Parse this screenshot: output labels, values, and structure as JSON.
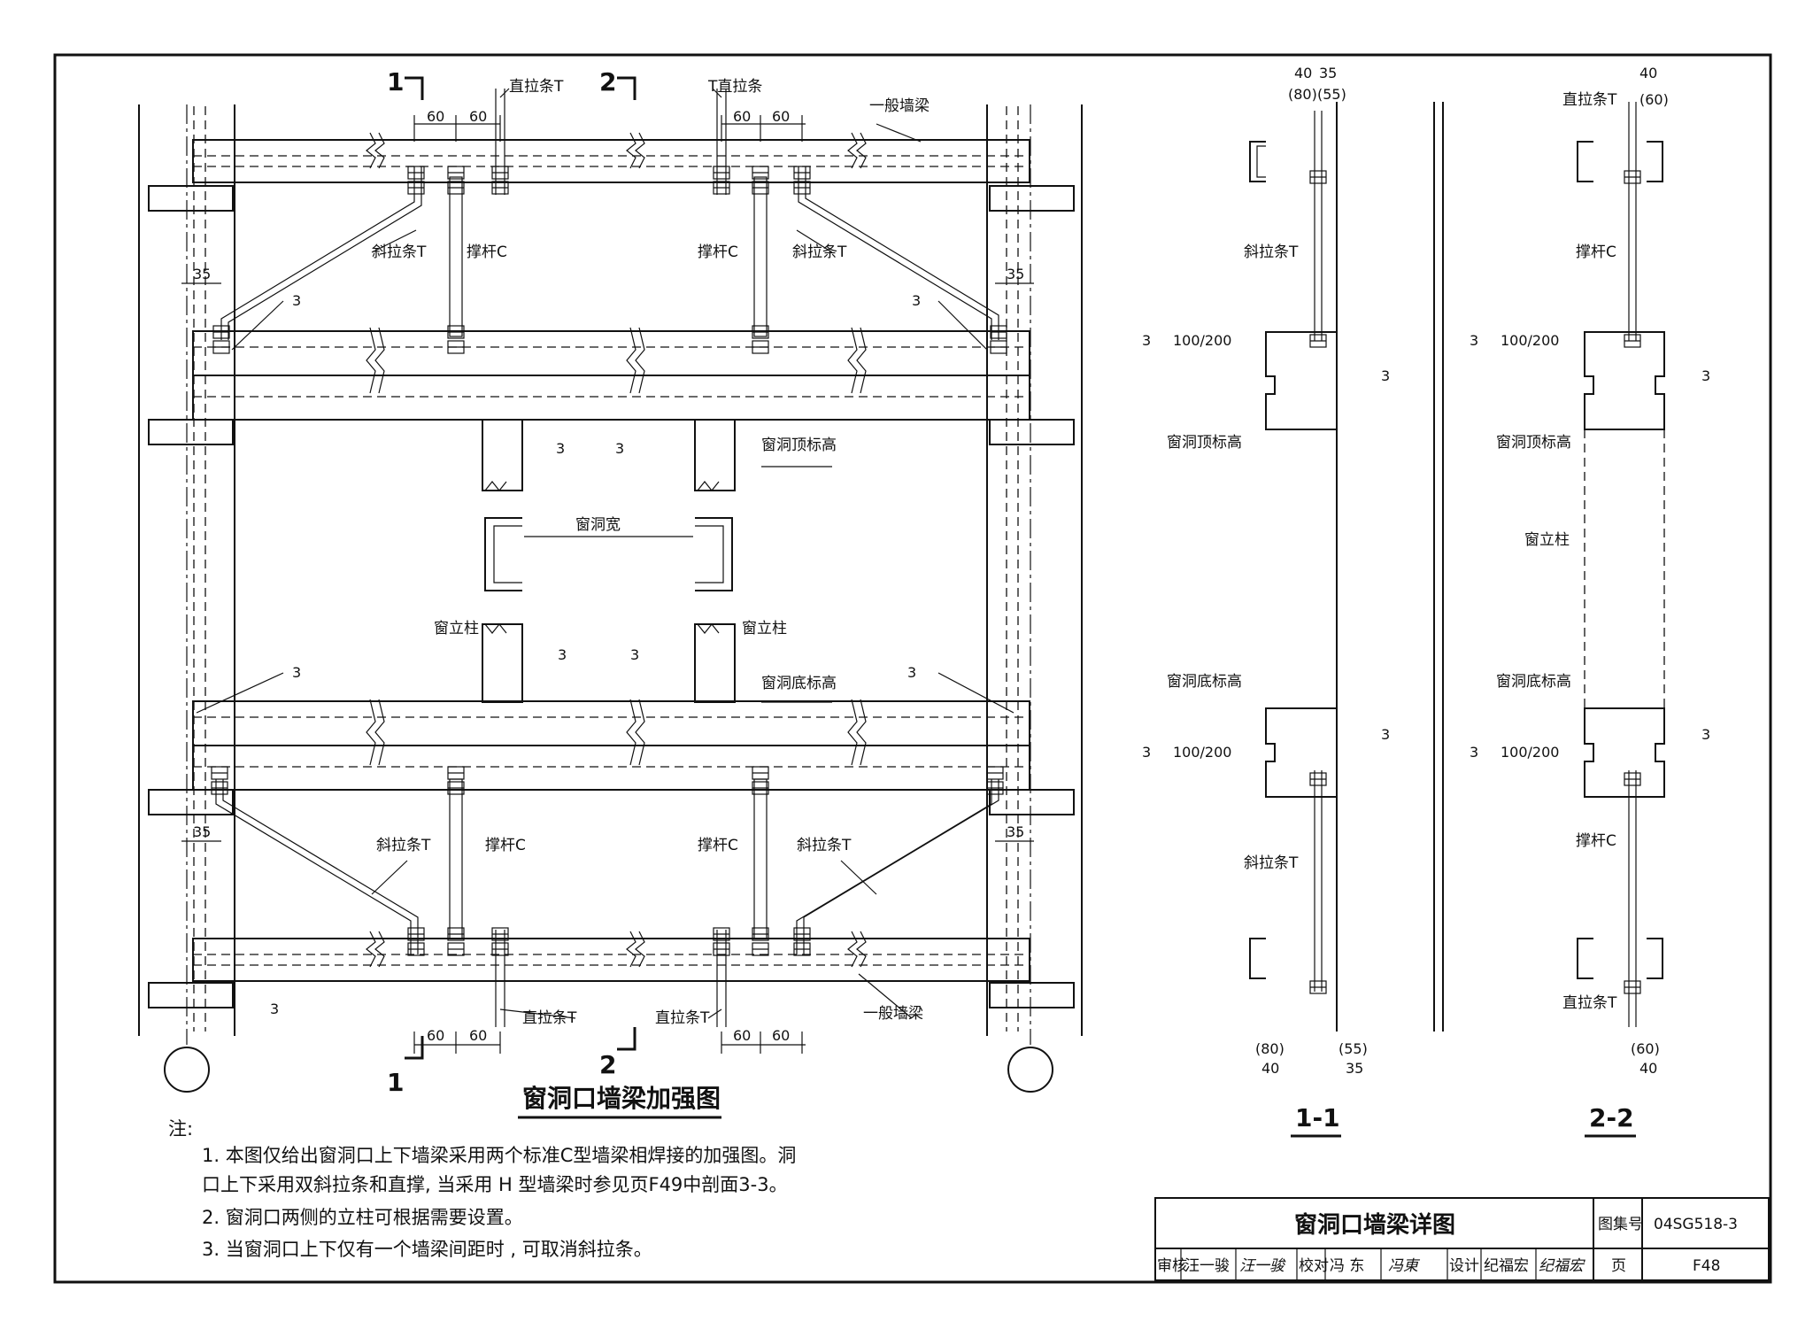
{
  "drawing": {
    "main_title": "窗洞口墙梁加强图",
    "section1_title": "1-1",
    "section2_title": "2-2",
    "section_mark_1": "1",
    "section_mark_2": "2"
  },
  "labels": {
    "straight_tie": "直拉条T",
    "straight_tie_alt": "T直拉条",
    "diag_tie": "斜拉条T",
    "strut": "撑杆C",
    "general_girt": "一般墙梁",
    "window_top": "窗洞顶标高",
    "window_bottom": "窗洞底标高",
    "window_width": "窗洞宽",
    "window_post": "窗立柱",
    "weld_size": "3",
    "spacing": "100/200"
  },
  "dims": {
    "d60": "60",
    "d35": "35",
    "d40": "40",
    "d80p": "(80)",
    "d55p": "(55)",
    "d60p": "(60)"
  },
  "notes": {
    "heading": "注:",
    "items": [
      "1.  本图仅给出窗洞口上下墙梁采用两个标准C型墙梁相焊接的加强图。洞",
      "     口上下采用双斜拉条和直撑, 当采用 H 型墙梁时参见页F49中剖面3-3。",
      "2.  窗洞口两侧的立柱可根据需要设置。",
      "3.  当窗洞口上下仅有一个墙梁间距时 , 可取消斜拉条。"
    ]
  },
  "title_block": {
    "title": "窗洞口墙梁详图",
    "atlas_label": "图集号",
    "atlas_no": "04SG518-3",
    "review_label": "审核",
    "reviewer": "汪一骏",
    "reviewer_sig": "汪一骏",
    "check_label": "校对",
    "checker": "冯 东",
    "checker_sig": "冯東",
    "design_label": "设计",
    "designer": "纪福宏",
    "designer_sig": "纪福宏",
    "page_label": "页",
    "page_no": "F48"
  }
}
